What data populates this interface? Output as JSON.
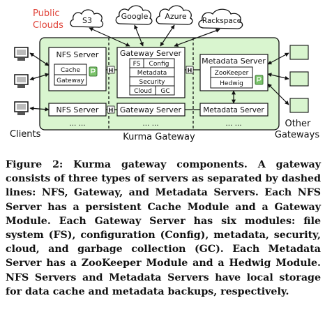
{
  "clouds": {
    "label": "Public\nClouds",
    "items": [
      "S3",
      "Google",
      "Azure",
      "Rackspace"
    ]
  },
  "gateway": {
    "title": "Kurma Gateway",
    "nfs_server": {
      "title": "NFS Server",
      "modules": [
        "Cache",
        "Gateway"
      ]
    },
    "gateway_server": {
      "title": "Gateway Server",
      "modules": [
        [
          "FS",
          "Config"
        ],
        [
          "Metadata"
        ],
        [
          "Security"
        ],
        [
          "Cloud",
          "GC"
        ]
      ]
    },
    "metadata_server": {
      "title": "Metadata Server",
      "modules": [
        "ZooKeeper",
        "Hedwig"
      ]
    },
    "row2": [
      "NFS Server",
      "Gateway Server",
      "Metadata Server"
    ],
    "ellipsis": "… …"
  },
  "clients_label": "Clients",
  "other_gateways_label": "Other\nGateways",
  "caption": {
    "prefix": "Figure 2: Kurma gateway components.",
    "text": "A gateway consists of three types of servers as separated by dashed lines: NFS, Gateway, and Metadata Servers. Each NFS Server has a persistent Cache Module and a Gateway Module. Each Gateway Server has six modules: file system (FS), configuration (Config), metadata, security, cloud, and garbage collection (GC). Each Metadata Server has a ZooKeeper Module and a Hedwig Module. NFS Servers and Metadata Servers have local storage for data cache and metadata backups, respectively."
  },
  "colors": {
    "gateway_fill": "#d9f5cf",
    "storage_fill": "#7bc46b",
    "other_gateway_fill": "#d9f5cf",
    "public_clouds_text": "#e0443a"
  }
}
